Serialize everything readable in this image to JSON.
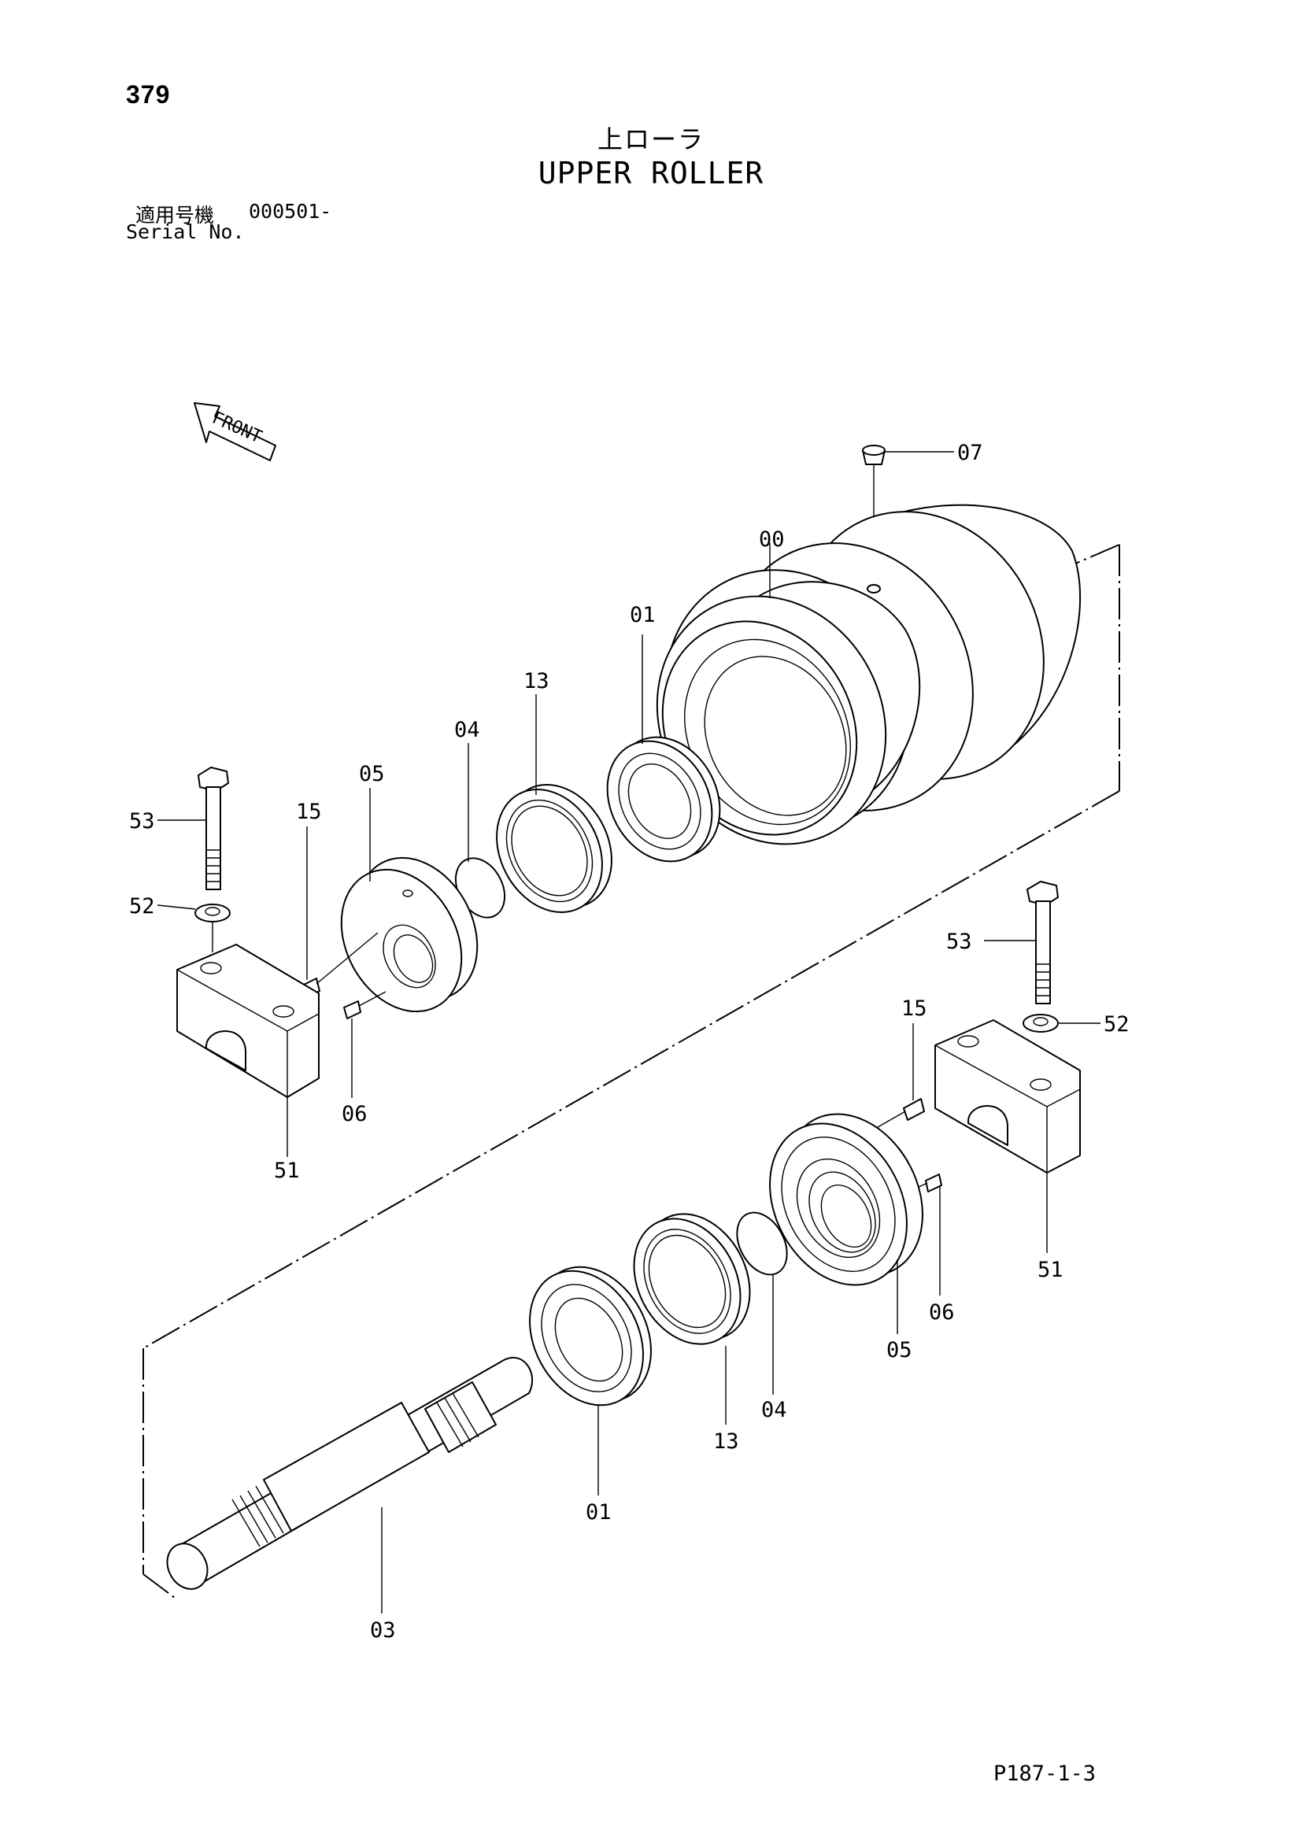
{
  "header": {
    "page_number": "379",
    "title_jp": "上ローラ",
    "title_en": "UPPER ROLLER",
    "serial_label_jp": "適用号機",
    "serial_value": "000501-",
    "serial_label_en": "Serial No."
  },
  "front_label": "FRONT",
  "callouts": {
    "c07": "07",
    "c00": "00",
    "c01_top": "01",
    "c13_top": "13",
    "c04_top": "04",
    "c05_left": "05",
    "c15_left": "15",
    "c53_left": "53",
    "c52_left": "52",
    "c06_left": "06",
    "c51_left": "51",
    "c53_right": "53",
    "c52_right": "52",
    "c15_right": "15",
    "c51_right": "51",
    "c06_right": "06",
    "c05_right": "05",
    "c04_bottom": "04",
    "c13_bottom": "13",
    "c01_bottom": "01",
    "c03": "03"
  },
  "footer": {
    "code": "P187-1-3"
  }
}
